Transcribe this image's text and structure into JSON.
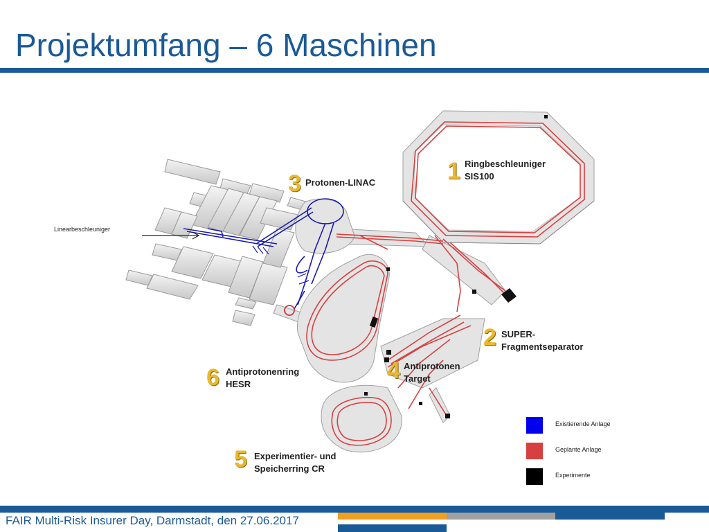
{
  "title": "Projektumfang – 6 Maschinen",
  "footer": "FAIR Multi-Risk Insurer Day, Darmstadt, den 27.06.2017",
  "colors": {
    "brand": "#1a5a96",
    "existing": "#0000ee",
    "planned": "#d84040",
    "experiments": "#000000",
    "number": "#e8b830"
  },
  "labels": {
    "linac_annotation": "Linearbeschleuniger",
    "m1_line1": "Ringbeschleuniger",
    "m1_line2": "SIS100",
    "m2_line1": "SUPER-",
    "m2_line2": "Fragmentseparator",
    "m3": "Protonen-LINAC",
    "m4_line1": "Antiprotonen",
    "m4_line2": "Target",
    "m5_line1": "Experimentier- und",
    "m5_line2": "Speicherring CR",
    "m6_line1": "Antiprotonenring",
    "m6_line2": "HESR"
  },
  "numbers": {
    "n1": "1",
    "n2": "2",
    "n3": "3",
    "n4": "4",
    "n5": "5",
    "n6": "6"
  },
  "legend": [
    {
      "label": "Existierende Anlage",
      "color": "#0000ee"
    },
    {
      "label": "Geplante Anlage",
      "color": "#d84040"
    },
    {
      "label": "Experimente",
      "color": "#000000"
    }
  ]
}
